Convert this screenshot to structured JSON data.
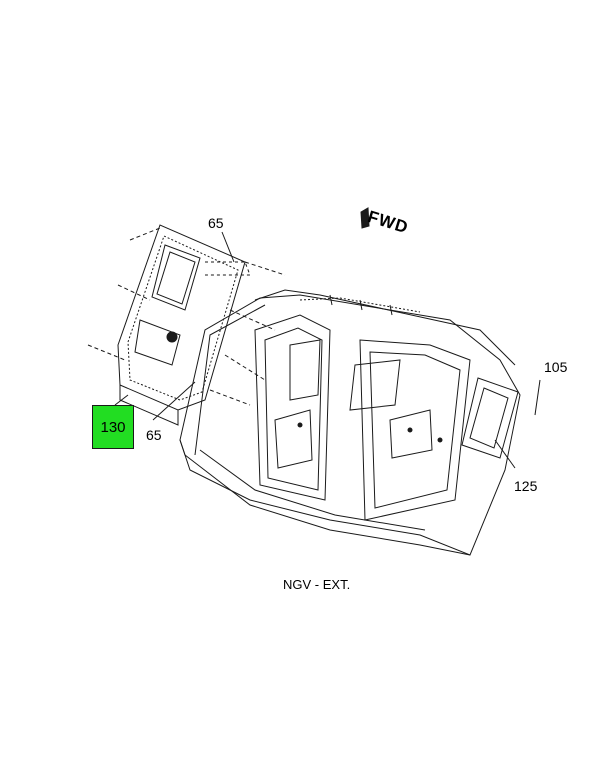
{
  "diagram": {
    "fwd_label": "FWD",
    "caption": "NGV - EXT.",
    "callouts": {
      "c65_top": "65",
      "c65_mid": "65",
      "c105": "105",
      "c125": "125",
      "c130": "130"
    },
    "colors": {
      "highlight": "#22dd22",
      "line": "#1a1a1a"
    },
    "icons": [
      "fwd-arrow-icon"
    ]
  }
}
